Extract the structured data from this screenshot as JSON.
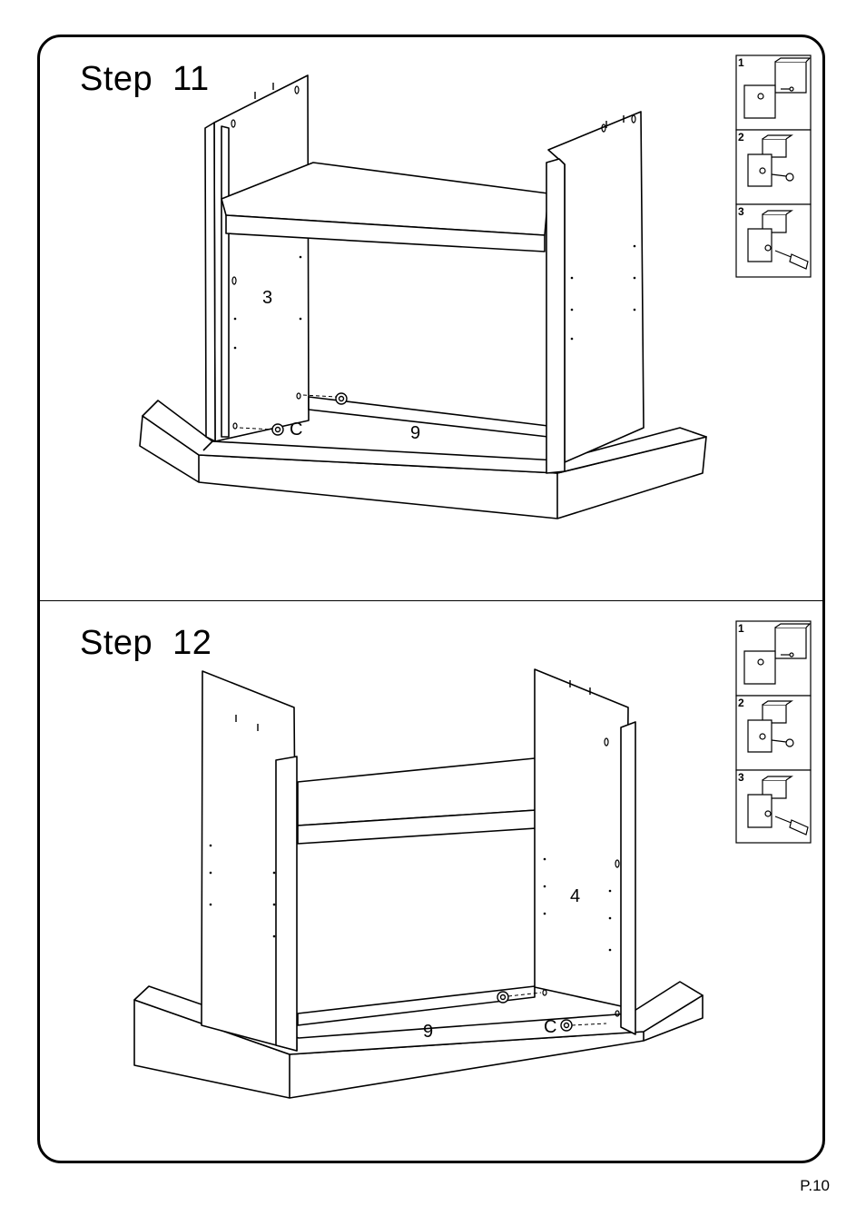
{
  "steps": [
    {
      "label": "Step",
      "number": "11",
      "part_labels": {
        "side_panel": "3",
        "back_rail": "9",
        "cam_lock": "C"
      },
      "mini_steps": [
        "1",
        "2",
        "3"
      ]
    },
    {
      "label": "Step",
      "number": "12",
      "part_labels": {
        "side_panel": "4",
        "back_rail": "9",
        "cam_lock": "C"
      },
      "mini_steps": [
        "1",
        "2",
        "3"
      ]
    }
  ],
  "page_number": "P.10",
  "icons": [
    "cam-lock-icon",
    "screwdriver-icon",
    "dowel-icon"
  ]
}
